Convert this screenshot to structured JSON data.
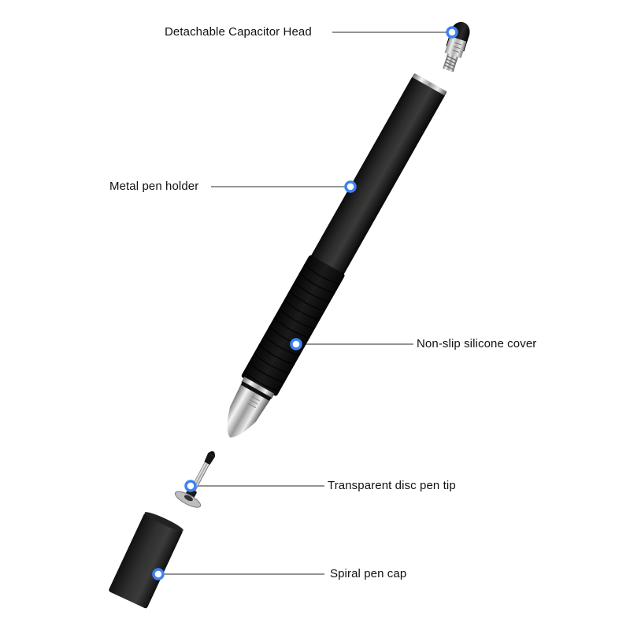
{
  "figure": {
    "title": "Stylus pen exploded diagram",
    "background": "#ffffff",
    "marker_color": "#3d82f5",
    "leader_color": "#555555",
    "parts": [
      {
        "id": "capacitor-head",
        "label": "Detachable Capacitor Head",
        "marker": [
          574,
          41
        ],
        "label_side": "left"
      },
      {
        "id": "pen-holder",
        "label": "Metal pen holder",
        "marker": [
          445,
          237
        ],
        "label_side": "left"
      },
      {
        "id": "silicone-cover",
        "label": "Non-slip silicone cover",
        "marker": [
          376,
          437
        ],
        "label_side": "right"
      },
      {
        "id": "disc-tip",
        "label": "Transparent disc pen tip",
        "marker": [
          242,
          617
        ],
        "label_side": "right"
      },
      {
        "id": "pen-cap",
        "label": "Spiral pen cap",
        "marker": [
          201,
          729
        ],
        "label_side": "right"
      }
    ]
  }
}
